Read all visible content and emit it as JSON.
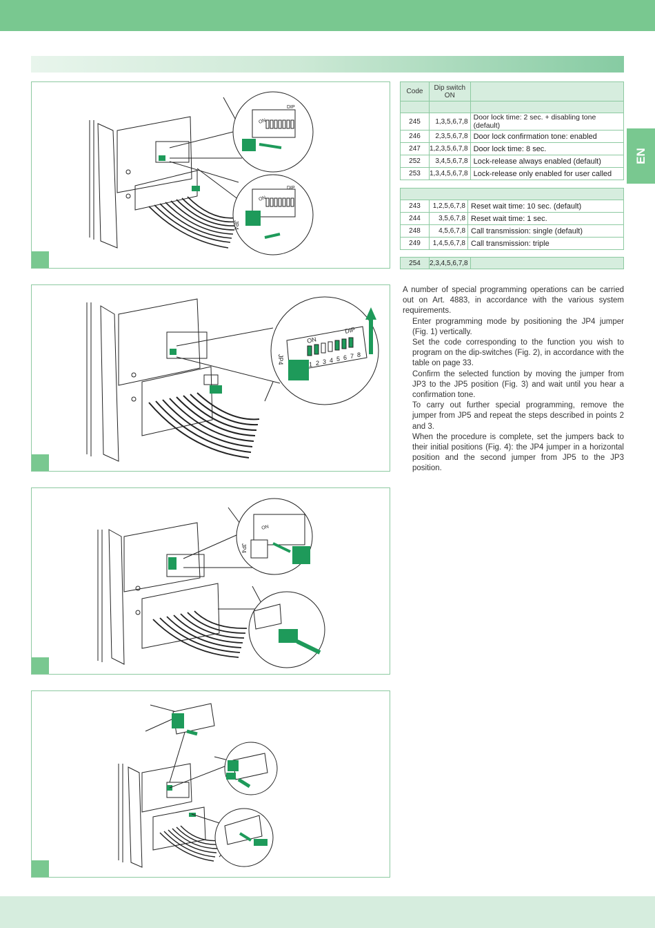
{
  "language_tab": "EN",
  "table1": {
    "headers": {
      "code": "Code",
      "dip_line1": "Dip switch",
      "dip_line2": "ON",
      "function": ""
    },
    "rows": [
      {
        "code": "245",
        "dip": "1,3,5,6,7,8",
        "desc": "Door lock time: 2 sec. + disabling tone (default)"
      },
      {
        "code": "246",
        "dip": "2,3,5,6,7,8",
        "desc": "Door lock confirmation tone: enabled"
      },
      {
        "code": "247",
        "dip": "1,2,3,5,6,7,8",
        "desc": "Door lock time: 8 sec."
      },
      {
        "code": "252",
        "dip": "3,4,5,6,7,8",
        "desc": "Lock-release always enabled (default)"
      },
      {
        "code": "253",
        "dip": "1,3,4,5,6,7,8",
        "desc": "Lock-release only enabled for user called"
      }
    ]
  },
  "table2": {
    "rows": [
      {
        "code": "243",
        "dip": "1,2,5,6,7,8",
        "desc": "Reset wait time: 10 sec. (default)"
      },
      {
        "code": "244",
        "dip": "3,5,6,7,8",
        "desc": "Reset wait time: 1 sec."
      },
      {
        "code": "248",
        "dip": "4,5,6,7,8",
        "desc": "Call transmission: single (default)"
      },
      {
        "code": "249",
        "dip": "1,4,5,6,7,8",
        "desc": "Call transmission: triple"
      }
    ]
  },
  "table3": {
    "rows": [
      {
        "code": "254",
        "dip": "2,3,4,5,6,7,8",
        "desc": ""
      }
    ]
  },
  "figure_labels": {
    "on": "ON",
    "dip": "DIP",
    "jp4": "JP4",
    "dip_numbers": [
      "1",
      "2",
      "3",
      "4",
      "5",
      "6",
      "7",
      "8"
    ]
  },
  "body": {
    "intro": "A number of special programming operations can be carried out on Art. 4883, in accordance with the various system requirements.",
    "steps": [
      "Enter programming mode by positioning the JP4 jumper (Fig. 1) vertically.",
      "Set the code corresponding to the function you wish to program on the dip-switches (Fig. 2), in accordance with the table on page 33.",
      "Confirm the selected function by moving the jumper from JP3 to the JP5 position (Fig. 3) and wait until you hear a confirmation tone.",
      "To carry out further special programming, remove the jumper from JP5 and repeat the steps described in points 2 and 3.",
      "When the procedure is complete, set the jumpers back to their initial positions (Fig. 4): the JP4 jumper in a horizontal position and the second jumper from JP5 to the JP3 position."
    ]
  },
  "colors": {
    "accent": "#79c890",
    "light": "#d6edde",
    "border": "#8cc9a0",
    "jumper": "#1e9a5a"
  }
}
